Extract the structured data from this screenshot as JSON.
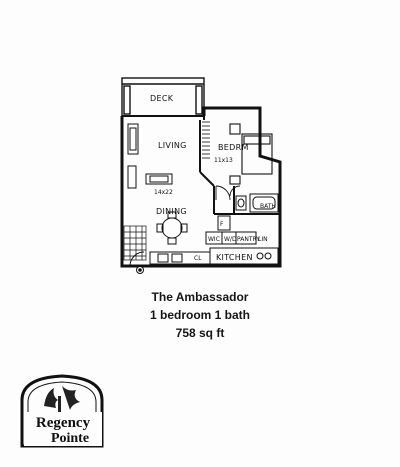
{
  "floor_plan": {
    "rooms": {
      "deck": "DECK",
      "living": "LIVING",
      "living_dims": "14x22",
      "bedroom": "BEDRM",
      "bedroom_dims": "11x13",
      "dining": "DINING",
      "kitchen": "KITCHEN",
      "pantry": "PANTRY",
      "bath": "BATH",
      "closet_wic": "WIC",
      "closet_cl": "CL",
      "stack_wd": "W/D",
      "stack_lin": "LIN",
      "closet_f": "F"
    }
  },
  "caption": {
    "name": "The Ambassador",
    "beds_baths": "1 bedroom 1 bath",
    "area": "758 sq ft"
  },
  "logo": {
    "line1": "Regency",
    "line2": "Pointe"
  },
  "colors": {
    "ink": "#111111",
    "paper": "#fdfdfd"
  }
}
